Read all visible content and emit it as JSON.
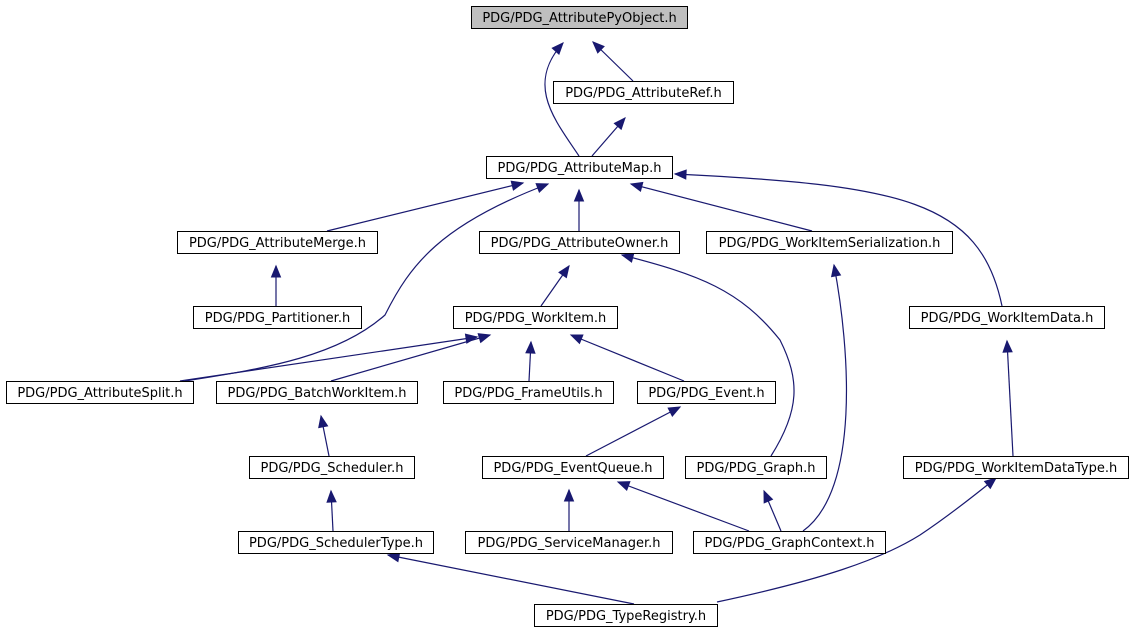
{
  "graph": {
    "accent_color": "#191970",
    "root_fill": "#bfbfbf",
    "nodes": [
      {
        "id": "attributepyobject",
        "label": "PDG/PDG_AttributePyObject.h",
        "root": true
      },
      {
        "id": "attributeref",
        "label": "PDG/PDG_AttributeRef.h"
      },
      {
        "id": "attributemap",
        "label": "PDG/PDG_AttributeMap.h"
      },
      {
        "id": "attributemerge",
        "label": "PDG/PDG_AttributeMerge.h"
      },
      {
        "id": "attributeowner",
        "label": "PDG/PDG_AttributeOwner.h"
      },
      {
        "id": "workitemserialization",
        "label": "PDG/PDG_WorkItemSerialization.h"
      },
      {
        "id": "partitioner",
        "label": "PDG/PDG_Partitioner.h"
      },
      {
        "id": "workitem",
        "label": "PDG/PDG_WorkItem.h"
      },
      {
        "id": "workitemdata",
        "label": "PDG/PDG_WorkItemData.h"
      },
      {
        "id": "attributesplit",
        "label": "PDG/PDG_AttributeSplit.h"
      },
      {
        "id": "batchworkitem",
        "label": "PDG/PDG_BatchWorkItem.h"
      },
      {
        "id": "frameutils",
        "label": "PDG/PDG_FrameUtils.h"
      },
      {
        "id": "event",
        "label": "PDG/PDG_Event.h"
      },
      {
        "id": "scheduler",
        "label": "PDG/PDG_Scheduler.h"
      },
      {
        "id": "eventqueue",
        "label": "PDG/PDG_EventQueue.h"
      },
      {
        "id": "graph",
        "label": "PDG/PDG_Graph.h"
      },
      {
        "id": "workitemdatatype",
        "label": "PDG/PDG_WorkItemDataType.h"
      },
      {
        "id": "schedulertype",
        "label": "PDG/PDG_SchedulerType.h"
      },
      {
        "id": "servicemanager",
        "label": "PDG/PDG_ServiceManager.h"
      },
      {
        "id": "graphcontext",
        "label": "PDG/PDG_GraphContext.h"
      },
      {
        "id": "typeregistry",
        "label": "PDG/PDG_TypeRegistry.h"
      }
    ],
    "edges": [
      {
        "from": "attributeref",
        "to": "attributepyobject"
      },
      {
        "from": "attributemap",
        "to": "attributepyobject"
      },
      {
        "from": "attributemap",
        "to": "attributeref"
      },
      {
        "from": "attributemerge",
        "to": "attributemap"
      },
      {
        "from": "attributesplit",
        "to": "attributemap"
      },
      {
        "from": "attributeowner",
        "to": "attributemap"
      },
      {
        "from": "workitemserialization",
        "to": "attributemap"
      },
      {
        "from": "workitemdata",
        "to": "attributemap"
      },
      {
        "from": "partitioner",
        "to": "attributemerge"
      },
      {
        "from": "workitem",
        "to": "attributeowner"
      },
      {
        "from": "graph",
        "to": "attributeowner"
      },
      {
        "from": "graphcontext",
        "to": "workitemserialization"
      },
      {
        "from": "attributesplit",
        "to": "workitem"
      },
      {
        "from": "batchworkitem",
        "to": "workitem"
      },
      {
        "from": "frameutils",
        "to": "workitem"
      },
      {
        "from": "event",
        "to": "workitem"
      },
      {
        "from": "workitemdatatype",
        "to": "workitemdata"
      },
      {
        "from": "scheduler",
        "to": "batchworkitem"
      },
      {
        "from": "eventqueue",
        "to": "event"
      },
      {
        "from": "schedulertype",
        "to": "scheduler"
      },
      {
        "from": "servicemanager",
        "to": "eventqueue"
      },
      {
        "from": "graphcontext",
        "to": "eventqueue"
      },
      {
        "from": "graphcontext",
        "to": "graph"
      },
      {
        "from": "typeregistry",
        "to": "schedulertype"
      },
      {
        "from": "typeregistry",
        "to": "workitemdatatype"
      }
    ]
  }
}
